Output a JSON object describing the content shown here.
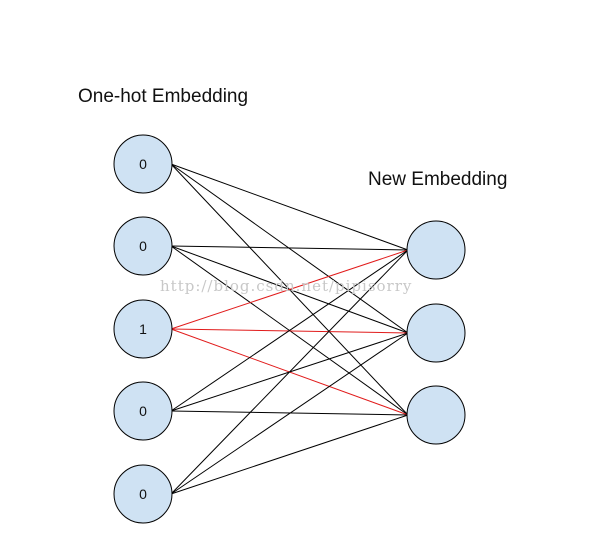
{
  "titles": {
    "input_layer": "One-hot Embedding",
    "output_layer": "New Embedding"
  },
  "input_nodes": [
    "0",
    "0",
    "1",
    "0",
    "0"
  ],
  "output_node_count": 3,
  "active_input_index": 2,
  "watermark": "http://blog.csdn.net/pipisorry",
  "colors": {
    "node_fill": "#cfe2f3",
    "node_stroke": "#000000",
    "edge": "#000000",
    "active_edge": "#e11b1b"
  }
}
